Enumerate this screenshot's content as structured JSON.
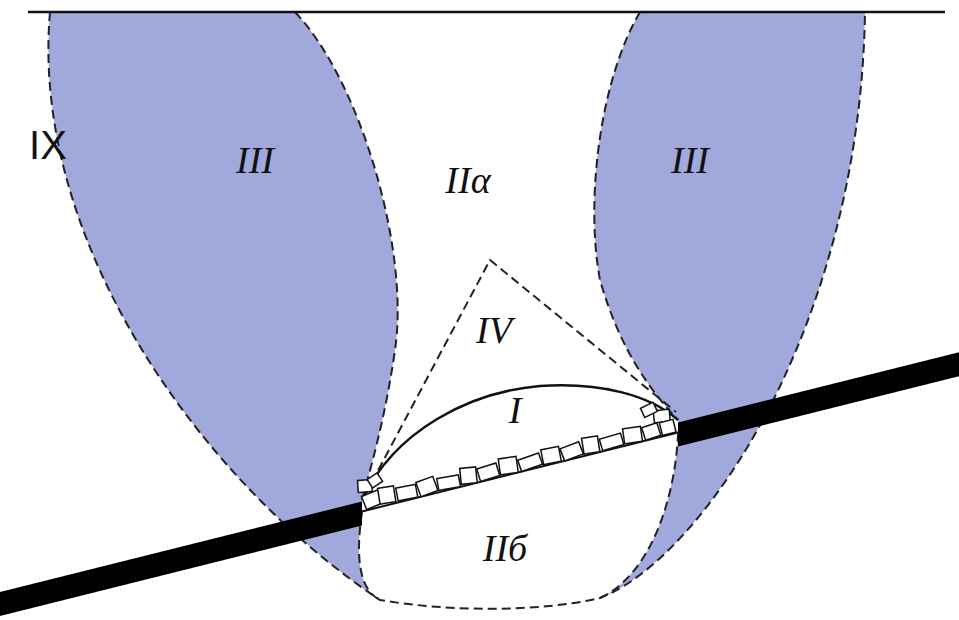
{
  "diagram": {
    "labels": [
      "IX",
      "III",
      "IIα",
      "III",
      "IV",
      "I",
      "IIб"
    ]
  }
}
